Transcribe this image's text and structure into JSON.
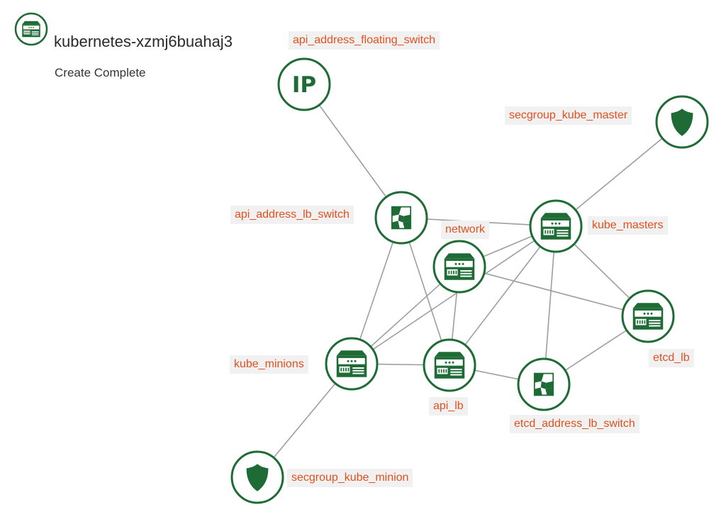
{
  "stack": {
    "name": "kubernetes-xzmj6buahaj3",
    "status": "Create Complete",
    "icon": "server-icon"
  },
  "colors": {
    "node_stroke": "#1e6b35",
    "icon_fill": "#1e6b35",
    "edge": "#9e9e9e",
    "label_text": "#e2501e",
    "label_bg": "#f1f1f1"
  },
  "nodes": [
    {
      "id": "api_address_floating_switch",
      "label": "api_address_floating_switch",
      "icon": "floating-ip-icon"
    },
    {
      "id": "secgroup_kube_master",
      "label": "secgroup_kube_master",
      "icon": "shield-icon"
    },
    {
      "id": "api_address_lb_switch",
      "label": "api_address_lb_switch",
      "icon": "switch-icon"
    },
    {
      "id": "kube_masters",
      "label": "kube_masters",
      "icon": "server-icon"
    },
    {
      "id": "network",
      "label": "network",
      "icon": "server-icon"
    },
    {
      "id": "etcd_lb",
      "label": "etcd_lb",
      "icon": "server-icon"
    },
    {
      "id": "kube_minions",
      "label": "kube_minions",
      "icon": "server-icon"
    },
    {
      "id": "api_lb",
      "label": "api_lb",
      "icon": "server-icon"
    },
    {
      "id": "etcd_address_lb_switch",
      "label": "etcd_address_lb_switch",
      "icon": "switch-icon"
    },
    {
      "id": "secgroup_kube_minion",
      "label": "secgroup_kube_minion",
      "icon": "shield-icon"
    }
  ],
  "edges": [
    [
      "api_address_floating_switch",
      "api_address_lb_switch"
    ],
    [
      "secgroup_kube_master",
      "kube_masters"
    ],
    [
      "api_address_lb_switch",
      "kube_masters"
    ],
    [
      "api_address_lb_switch",
      "kube_minions"
    ],
    [
      "api_address_lb_switch",
      "api_lb"
    ],
    [
      "kube_masters",
      "network"
    ],
    [
      "kube_masters",
      "etcd_lb"
    ],
    [
      "kube_masters",
      "api_lb"
    ],
    [
      "kube_masters",
      "etcd_address_lb_switch"
    ],
    [
      "kube_masters",
      "kube_minions"
    ],
    [
      "network",
      "etcd_lb"
    ],
    [
      "network",
      "kube_minions"
    ],
    [
      "network",
      "api_lb"
    ],
    [
      "etcd_lb",
      "etcd_address_lb_switch"
    ],
    [
      "kube_minions",
      "api_lb"
    ],
    [
      "kube_minions",
      "secgroup_kube_minion"
    ],
    [
      "api_lb",
      "etcd_address_lb_switch"
    ]
  ]
}
